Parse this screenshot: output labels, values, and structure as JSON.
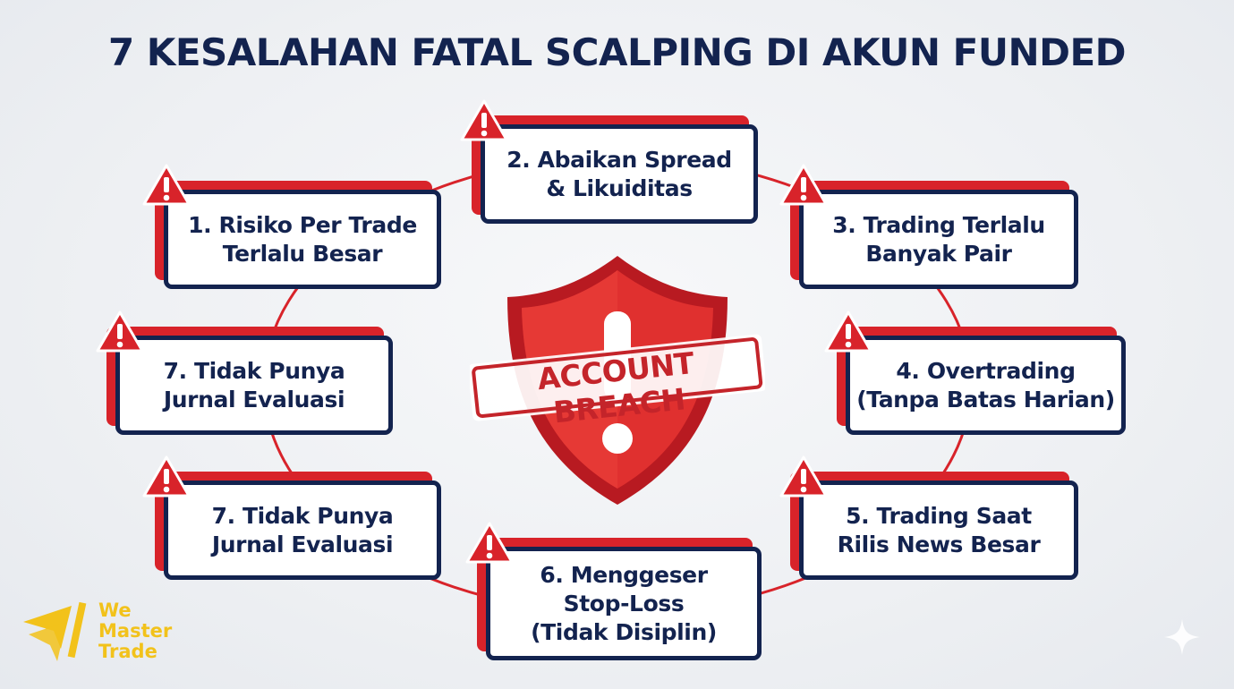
{
  "title": "7 KESALAHAN FATAL SCALPING DI AKUN FUNDED",
  "colors": {
    "navy": "#13234f",
    "red": "#d8232a",
    "yellow": "#f2c21b"
  },
  "center": {
    "stamp_text": "ACCOUNT BREACH",
    "icon": "shield-icon"
  },
  "items": [
    {
      "line1": "1. Risiko Per Trade",
      "line2": "Terlalu Besar",
      "line3": ""
    },
    {
      "line1": "2. Abaikan Spread",
      "line2": "& Likuiditas",
      "line3": ""
    },
    {
      "line1": "3. Trading Terlalu",
      "line2": "Banyak Pair",
      "line3": ""
    },
    {
      "line1": "4. Overtrading",
      "line2": "(Tanpa Batas Harian)",
      "line3": ""
    },
    {
      "line1": "5. Trading Saat",
      "line2": "Rilis News Besar",
      "line3": ""
    },
    {
      "line1": "6. Menggeser",
      "line2": "Stop-Loss",
      "line3": "(Tidak Disiplin)"
    },
    {
      "line1": "7. Tidak Punya",
      "line2": "Jurnal Evaluasi",
      "line3": ""
    },
    {
      "line1": "7. Tidak Punya",
      "line2": "Jurnal Evaluasi",
      "line3": ""
    }
  ],
  "logo": {
    "line1": "We",
    "line2": "Master",
    "line3": "Trade",
    "icon": "wemastertrade-logo-icon"
  }
}
